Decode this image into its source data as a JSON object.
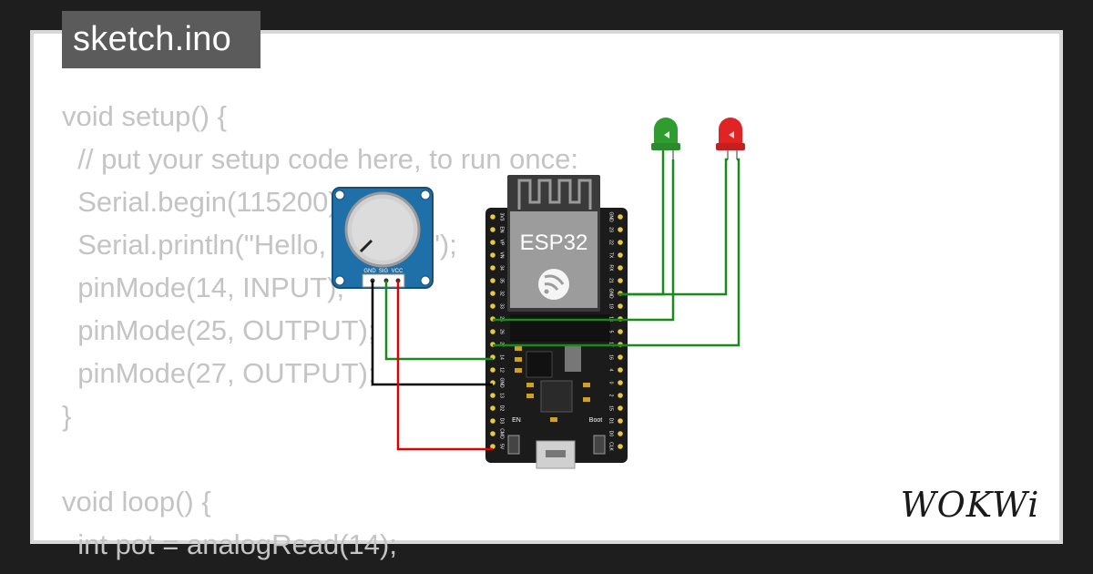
{
  "file_tab": {
    "label": "sketch.ino"
  },
  "code": {
    "lines": [
      "void setup() {",
      "  // put your setup code here, to run once:",
      "  Serial.begin(115200);",
      "  Serial.println(\"Hello, ESP32!\");",
      "  pinMode(14, INPUT);",
      "  pinMode(25, OUTPUT);",
      "  pinMode(27, OUTPUT);",
      "}",
      "",
      "void loop() {",
      "  int pot = analogRead(14);"
    ]
  },
  "diagram": {
    "board_label": "ESP32",
    "pot_pins": [
      "GND",
      "SIG",
      "VCC"
    ],
    "board_buttons": [
      "EN",
      "Boot"
    ],
    "left_pins": [
      "3V3",
      "EN",
      "VP",
      "VN",
      "34",
      "35",
      "32",
      "33",
      "25",
      "26",
      "27",
      "14",
      "12",
      "GND",
      "13",
      "D2",
      "D3",
      "CMD",
      "5V"
    ],
    "right_pins": [
      "GND",
      "23",
      "22",
      "TX",
      "RX",
      "21",
      "GND",
      "19",
      "18",
      "5",
      "17",
      "16",
      "4",
      "0",
      "2",
      "15",
      "D1",
      "D0",
      "CLK"
    ],
    "led_colors": {
      "green": "#2e9c2e",
      "red": "#e02424"
    },
    "wire_colors": {
      "green": "#1a8a1a",
      "black": "#000000",
      "red": "#e00000"
    }
  },
  "brand": {
    "logo_text": "WOKWi"
  },
  "colors": {
    "background": "#1e1e1e",
    "tab": "#5b5b5b",
    "code_text": "#c4c4c4",
    "board": "#1b1b1b",
    "pot": "#1f6fa8"
  }
}
